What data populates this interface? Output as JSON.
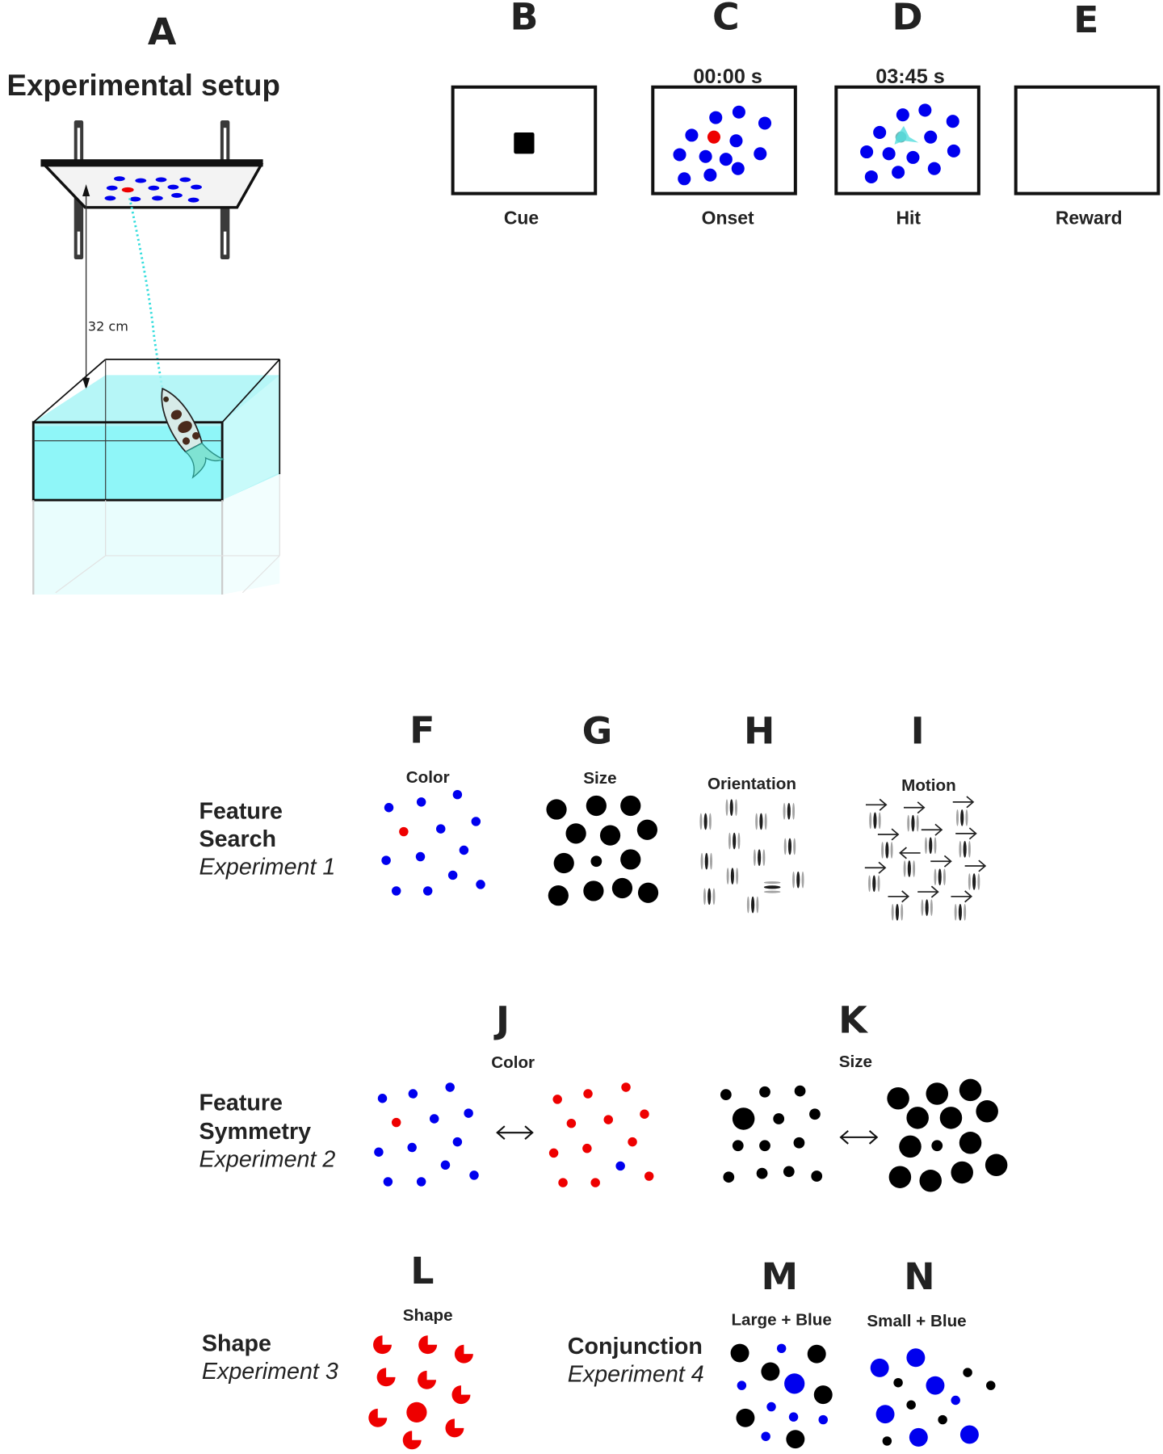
{
  "colors": {
    "target_blue": "#0000ee",
    "target_red": "#ee0000",
    "water": "#8ff6f8",
    "jet": "#33dddd",
    "frame": "#111111"
  },
  "panel_A": {
    "letter": "A",
    "title": "Experimental setup",
    "distance_label": "32 cm"
  },
  "trial_sequence": [
    {
      "letter": "B",
      "label": "Cue",
      "time": ""
    },
    {
      "letter": "C",
      "label": "Onset",
      "time": "00:00 s"
    },
    {
      "letter": "D",
      "label": "Hit",
      "time": "03:45 s"
    },
    {
      "letter": "E",
      "label": "Reward",
      "time": ""
    }
  ],
  "feature_search": {
    "title": "Feature",
    "title2": "Search",
    "experiment": "Experiment 1",
    "panels": [
      {
        "letter": "F",
        "label": "Color"
      },
      {
        "letter": "G",
        "label": "Size"
      },
      {
        "letter": "H",
        "label": "Orientation"
      },
      {
        "letter": "I",
        "label": "Motion"
      }
    ]
  },
  "feature_symmetry": {
    "title": "Feature",
    "title2": "Symmetry",
    "experiment": "Experiment 2",
    "panels": [
      {
        "letter": "J",
        "label": "Color"
      },
      {
        "letter": "K",
        "label": "Size"
      }
    ],
    "swap_symbol": "↔"
  },
  "shape": {
    "title": "Shape",
    "experiment": "Experiment 3",
    "panel": {
      "letter": "L",
      "label": "Shape"
    }
  },
  "conjunction": {
    "title": "Conjunction",
    "experiment": "Experiment 4",
    "panels": [
      {
        "letter": "M",
        "label": "Large + Blue"
      },
      {
        "letter": "N",
        "label": "Small + Blue"
      }
    ]
  }
}
